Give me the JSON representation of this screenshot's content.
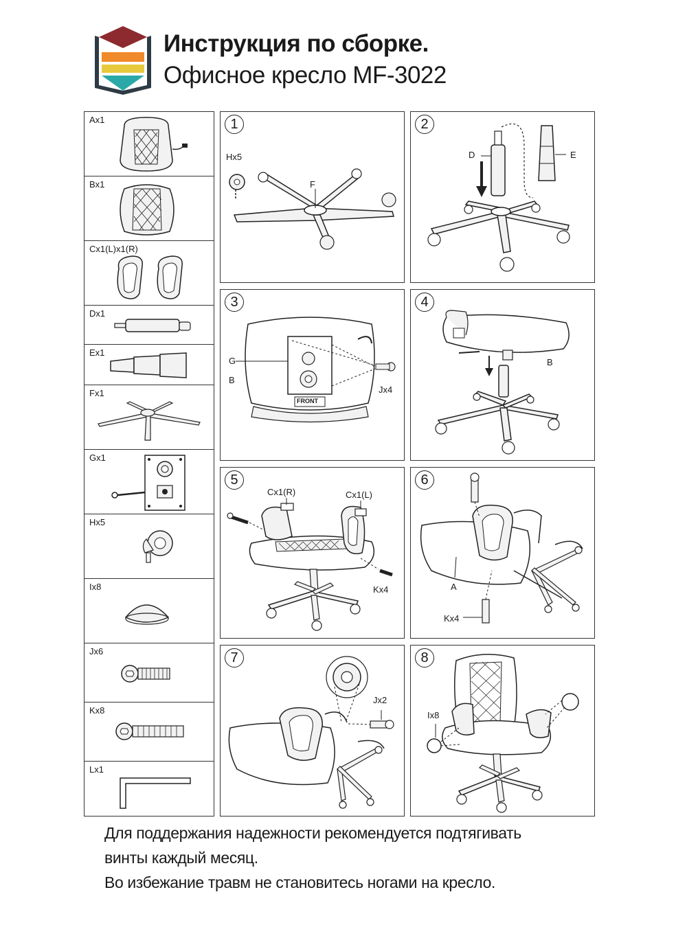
{
  "header": {
    "title": "Инструкция по сборке.",
    "subtitle": "Офисное кресло MF-3022",
    "logo_colors": [
      "#8c2a2f",
      "#f08a2a",
      "#e7c93d",
      "#2aa9a8",
      "#2f3b44"
    ]
  },
  "parts": [
    {
      "label": "Ax1",
      "icon": "seat-back-icon"
    },
    {
      "label": "Bx1",
      "icon": "seat-icon"
    },
    {
      "label": "Cx1(L)x1(R)",
      "icon": "armrest-icon"
    },
    {
      "label": "Dx1",
      "icon": "gas-lift-icon"
    },
    {
      "label": "Ex1",
      "icon": "lift-cover-icon"
    },
    {
      "label": "Fx1",
      "icon": "base-icon"
    },
    {
      "label": "Gx1",
      "icon": "mechanism-icon"
    },
    {
      "label": "Hx5",
      "icon": "caster-icon"
    },
    {
      "label": "Ix8",
      "icon": "cap-icon"
    },
    {
      "label": "Jx6",
      "icon": "short-bolt-icon"
    },
    {
      "label": "Kx8",
      "icon": "long-bolt-icon"
    },
    {
      "label": "Lx1",
      "icon": "hex-key-icon"
    }
  ],
  "steps": [
    {
      "num": "1",
      "labels": [
        "Hx5",
        "F"
      ]
    },
    {
      "num": "2",
      "labels": [
        "D",
        "E"
      ]
    },
    {
      "num": "3",
      "labels": [
        "G",
        "B",
        "Jx4",
        "FRONT"
      ]
    },
    {
      "num": "4",
      "labels": [
        "B"
      ]
    },
    {
      "num": "5",
      "labels": [
        "Cx1(R)",
        "Cx1(L)",
        "Kx4"
      ]
    },
    {
      "num": "6",
      "labels": [
        "A",
        "Kx4"
      ]
    },
    {
      "num": "7",
      "labels": [
        "Jx2"
      ]
    },
    {
      "num": "8",
      "labels": [
        "Ix8"
      ]
    }
  ],
  "notes": [
    "Для поддержания надежности рекомендуется подтягивать",
    "винты каждый месяц.",
    "Во избежание травм не становитесь ногами на кресло."
  ]
}
